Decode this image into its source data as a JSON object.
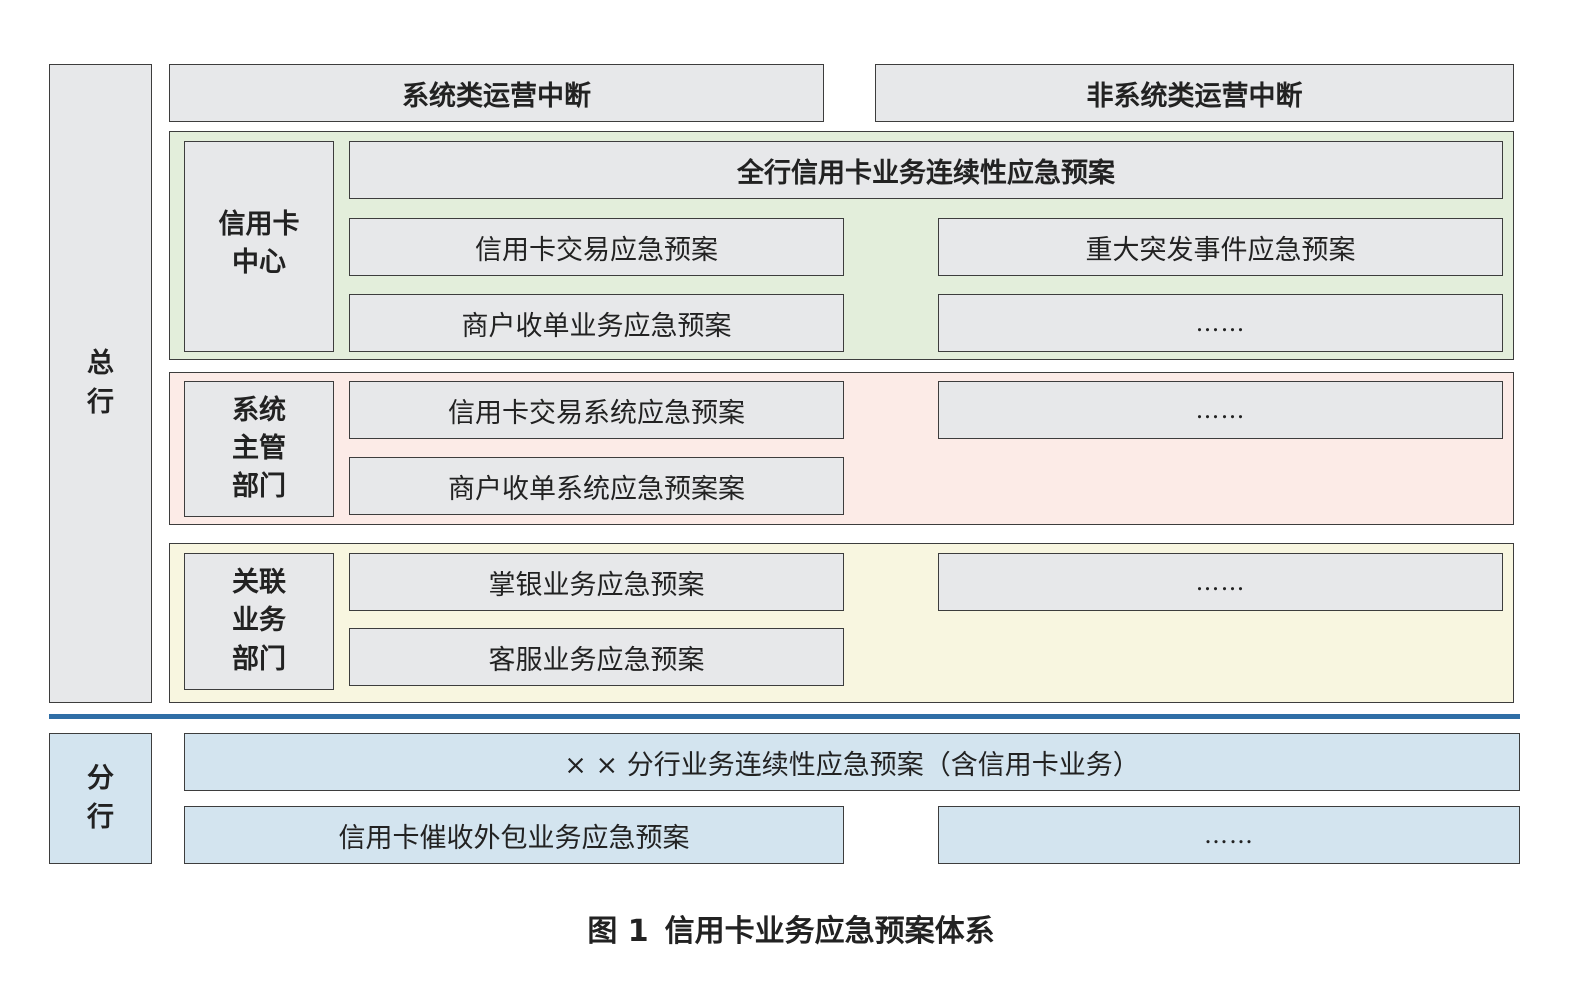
{
  "headquarters": {
    "label": "总\n行",
    "columns": {
      "system": "系统类运营中断",
      "non_system": "非系统类运营中断"
    },
    "credit_card_center": {
      "label": "信用卡\n中心",
      "color": "#e3eedb",
      "master_plan": "全行信用卡业务连续性应急预案",
      "plans": [
        "信用卡交易应急预案",
        "商户收单业务应急预案"
      ],
      "non_system_plans": [
        "重大突发事件应急预案",
        "……"
      ]
    },
    "system_department": {
      "label": "系统\n主管\n部门",
      "color": "#fcebe7",
      "plans": [
        "信用卡交易系统应急预案",
        "商户收单系统应急预案案"
      ],
      "non_system_plans": [
        "……"
      ]
    },
    "related_department": {
      "label": "关联\n业务\n部门",
      "color": "#f8f6e0",
      "plans": [
        "掌银业务应急预案",
        "客服业务应急预案"
      ],
      "non_system_plans": [
        "……"
      ]
    }
  },
  "branch": {
    "label": "分\n行",
    "color": "#d3e4ef",
    "master_plan": "× × 分行业务连续性应急预案（含信用卡业务）",
    "plans": [
      "信用卡催收外包业务应急预案"
    ],
    "non_system_plans": [
      "……"
    ]
  },
  "caption": {
    "number": "图 1",
    "title": "信用卡业务应急预案体系"
  },
  "divider_color": "#2f6ea6"
}
